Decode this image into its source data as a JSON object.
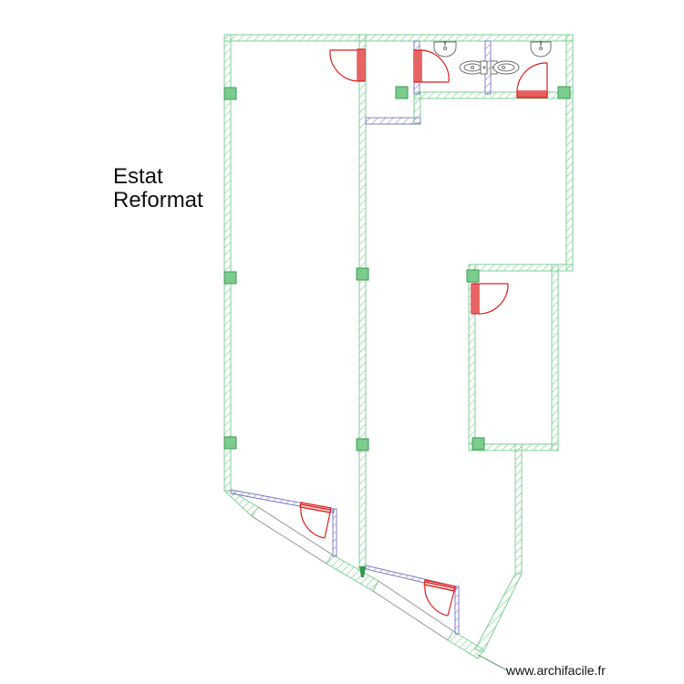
{
  "plan": {
    "title_lines": [
      "Estat",
      "Reformat"
    ],
    "watermark": "www.archifacile.fr",
    "colors": {
      "wall_stroke": "#7fcf95",
      "wall_hatch": "#7fcf95",
      "partition_stroke": "#8080c8",
      "door_stroke": "#e02020",
      "pillar_fill": "#7ccc8e",
      "pillar_stroke": "#3d9a55",
      "fixture_stroke": "#707070",
      "window_stroke": "#909090",
      "background": "#ffffff"
    },
    "rooms": [
      {
        "name": "left-main-room"
      },
      {
        "name": "central-room"
      },
      {
        "name": "right-upper-room"
      },
      {
        "name": "right-small-room"
      },
      {
        "name": "wc-left"
      },
      {
        "name": "wc-right"
      },
      {
        "name": "corridor-closet"
      }
    ],
    "fixtures": [
      {
        "type": "washbasin",
        "count": 2
      },
      {
        "type": "toilet",
        "count": 2
      }
    ],
    "doors_count": 6,
    "pillars_count": 9
  }
}
